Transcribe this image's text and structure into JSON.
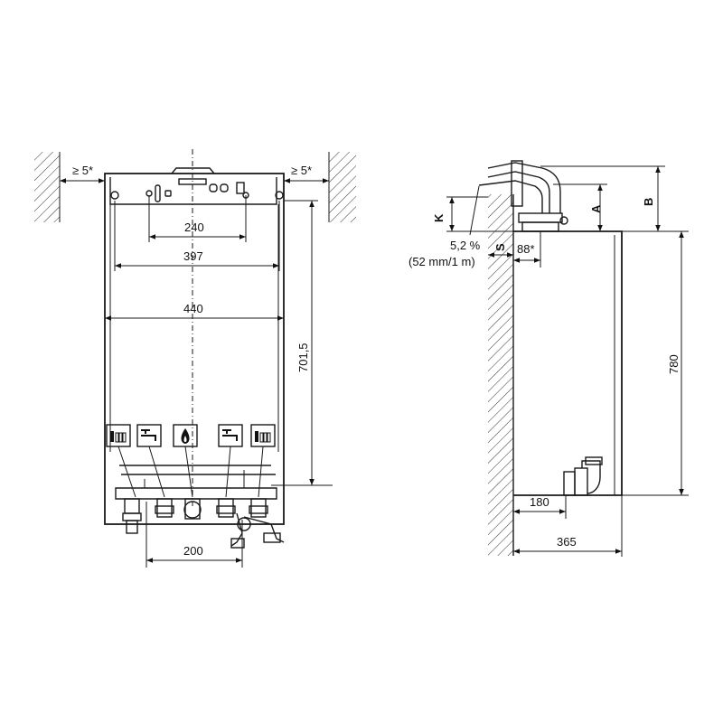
{
  "front_view": {
    "clearance_left": "≥ 5*",
    "clearance_right": "≥ 5*",
    "dim_240": "240",
    "dim_397": "397",
    "dim_440": "440",
    "dim_701_5": "701,5",
    "dim_200": "200"
  },
  "side_view": {
    "label_k": "K",
    "label_a": "A",
    "label_b": "B",
    "label_s": "S",
    "slope_percent": "5,2 %",
    "slope_ratio": "(52 mm/1 m)",
    "dim_88": "88*",
    "dim_780": "780",
    "dim_180": "180",
    "dim_365": "365"
  }
}
